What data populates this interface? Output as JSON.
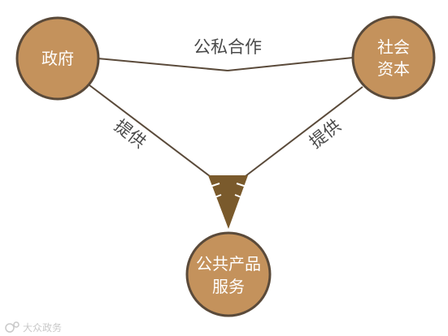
{
  "colors": {
    "node_fill": "#c4925c",
    "node_stroke": "#5a4a3a",
    "edge_stroke": "#5a4a3a",
    "arrow_fill": "#7a5a2c",
    "edge_label": "#4a4a4a",
    "watermark": "#c9c9c9"
  },
  "nodes": {
    "government": {
      "line1": "政府"
    },
    "social_capital": {
      "line1": "社会",
      "line2": "资本"
    },
    "public_service": {
      "line1": "公共产品",
      "line2": "服务"
    }
  },
  "edges": {
    "partnership": "公私合作",
    "provide_left": "提供",
    "provide_right": "提供"
  },
  "watermark": {
    "text": "大众政务",
    "icon": "watermark-logo-icon"
  }
}
